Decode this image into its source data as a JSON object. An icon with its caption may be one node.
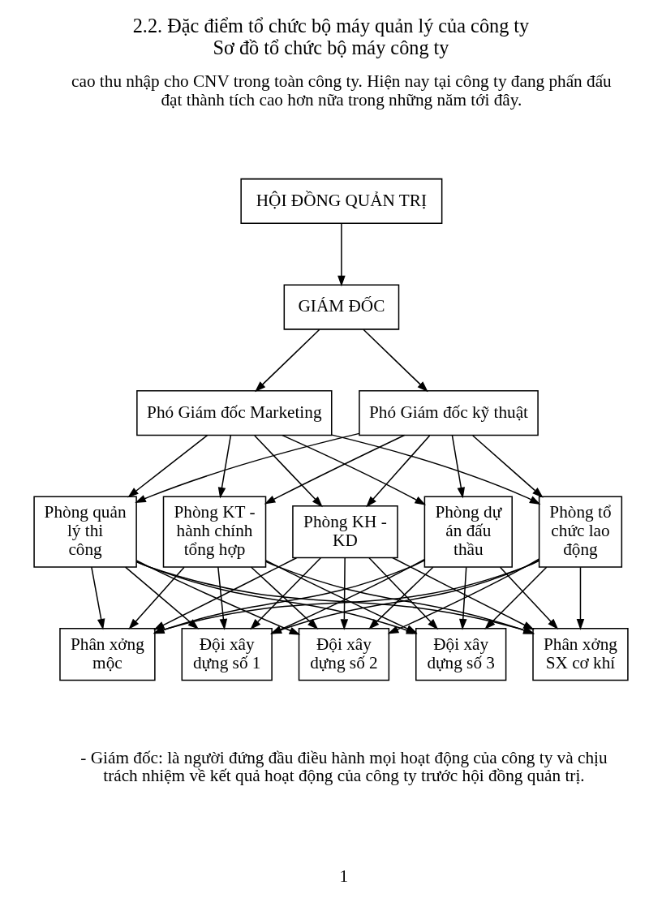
{
  "diagram": {
    "title": "2.2. Đặc điểm tổ chức bộ máy quản lý của công ty",
    "caption": "Sơ đồ tổ chức bộ máy công ty",
    "nodes": [
      {
        "text": [
          "HỘI ĐỒNG QUẢN TRỊ"
        ]
      },
      {
        "text": [
          "GIÁM ĐỐC"
        ]
      },
      {
        "text": [
          "Phó Giám đốc Marketing"
        ]
      },
      {
        "text": [
          "Phó Giám đốc kỹ thuật"
        ]
      },
      {
        "text": [
          "Phòng quản lý thi công"
        ]
      },
      {
        "text": [
          "Phòng KT - hành chính tổng hợp"
        ]
      },
      {
        "text": [
          "Phòng KH - KD"
        ]
      },
      {
        "text": [
          "Phòng dự án đấu thầu"
        ]
      },
      {
        "text": [
          "Phòng tổ chức lao động"
        ]
      },
      {
        "text": [
          "Phân xởng mộc"
        ]
      },
      {
        "text": [
          "Đội xây dựng số 1"
        ]
      },
      {
        "text": [
          "Đội xây dựng số 2"
        ]
      },
      {
        "text": [
          "Đội xây dựng số 3"
        ]
      },
      {
        "text": [
          "Phân xởng SX cơ khí"
        ]
      }
    ],
    "edges": [
      {
        "from": 0,
        "to": 1,
        "arrow": "to"
      },
      {
        "from": 1,
        "to": 2,
        "arrow": "to"
      },
      {
        "from": 1,
        "to": 3,
        "arrow": "to"
      },
      {
        "from": 2,
        "to": 4,
        "arrow": "to"
      },
      {
        "from": 2,
        "to": 5,
        "arrow": "to"
      },
      {
        "from": 2,
        "to": 6,
        "arrow": "to"
      },
      {
        "from": 2,
        "to": 7,
        "arrow": "to"
      },
      {
        "from": 2,
        "to": 8,
        "arrow": "to"
      },
      {
        "from": 3,
        "to": 4,
        "arrow": "to"
      },
      {
        "from": 3,
        "to": 5,
        "arrow": "to"
      },
      {
        "from": 3,
        "to": 6,
        "arrow": "to"
      },
      {
        "from": 3,
        "to": 7,
        "arrow": "to"
      },
      {
        "from": 3,
        "to": 8,
        "arrow": "to"
      },
      {
        "from": 4,
        "to": 9,
        "arrow": "to"
      },
      {
        "from": 4,
        "to": 10,
        "arrow": "to"
      },
      {
        "from": 4,
        "to": 11,
        "arrow": "to"
      },
      {
        "from": 4,
        "to": 12,
        "arrow": "to"
      },
      {
        "from": 4,
        "to": 13,
        "arrow": "to"
      },
      {
        "from": 5,
        "to": 9,
        "arrow": "to"
      },
      {
        "from": 5,
        "to": 10,
        "arrow": "to"
      },
      {
        "from": 5,
        "to": 11,
        "arrow": "to"
      },
      {
        "from": 5,
        "to": 12,
        "arrow": "to"
      },
      {
        "from": 5,
        "to": 13,
        "arrow": "to"
      },
      {
        "from": 6,
        "to": 9,
        "arrow": "to"
      },
      {
        "from": 6,
        "to": 10,
        "arrow": "to"
      },
      {
        "from": 6,
        "to": 11,
        "arrow": "to"
      },
      {
        "from": 6,
        "to": 12,
        "arrow": "to"
      },
      {
        "from": 6,
        "to": 13,
        "arrow": "to"
      },
      {
        "from": 7,
        "to": 9,
        "arrow": "to"
      },
      {
        "from": 7,
        "to": 10,
        "arrow": "to"
      },
      {
        "from": 7,
        "to": 11,
        "arrow": "to"
      },
      {
        "from": 7,
        "to": 12,
        "arrow": "to"
      },
      {
        "from": 7,
        "to": 13,
        "arrow": "to"
      },
      {
        "from": 8,
        "to": 9,
        "arrow": "to"
      },
      {
        "from": 8,
        "to": 10,
        "arrow": "to"
      },
      {
        "from": 8,
        "to": 11,
        "arrow": "to"
      },
      {
        "from": 8,
        "to": 12,
        "arrow": "to"
      },
      {
        "from": 8,
        "to": 13,
        "arrow": "to"
      }
    ],
    "labels": [
      "cao thu nhập cho CNV trong toàn công ty. Hiện nay tại công ty đang phấn đấu đạt thành tích cao hơn nữa trong những năm tới đây.",
      "- Giám đốc: là người đứng đầu điều hành mọi hoạt động của công ty và chịu trách nhiệm về kết quả hoạt động của công ty trước hội đồng quản trị.",
      "1"
    ]
  }
}
